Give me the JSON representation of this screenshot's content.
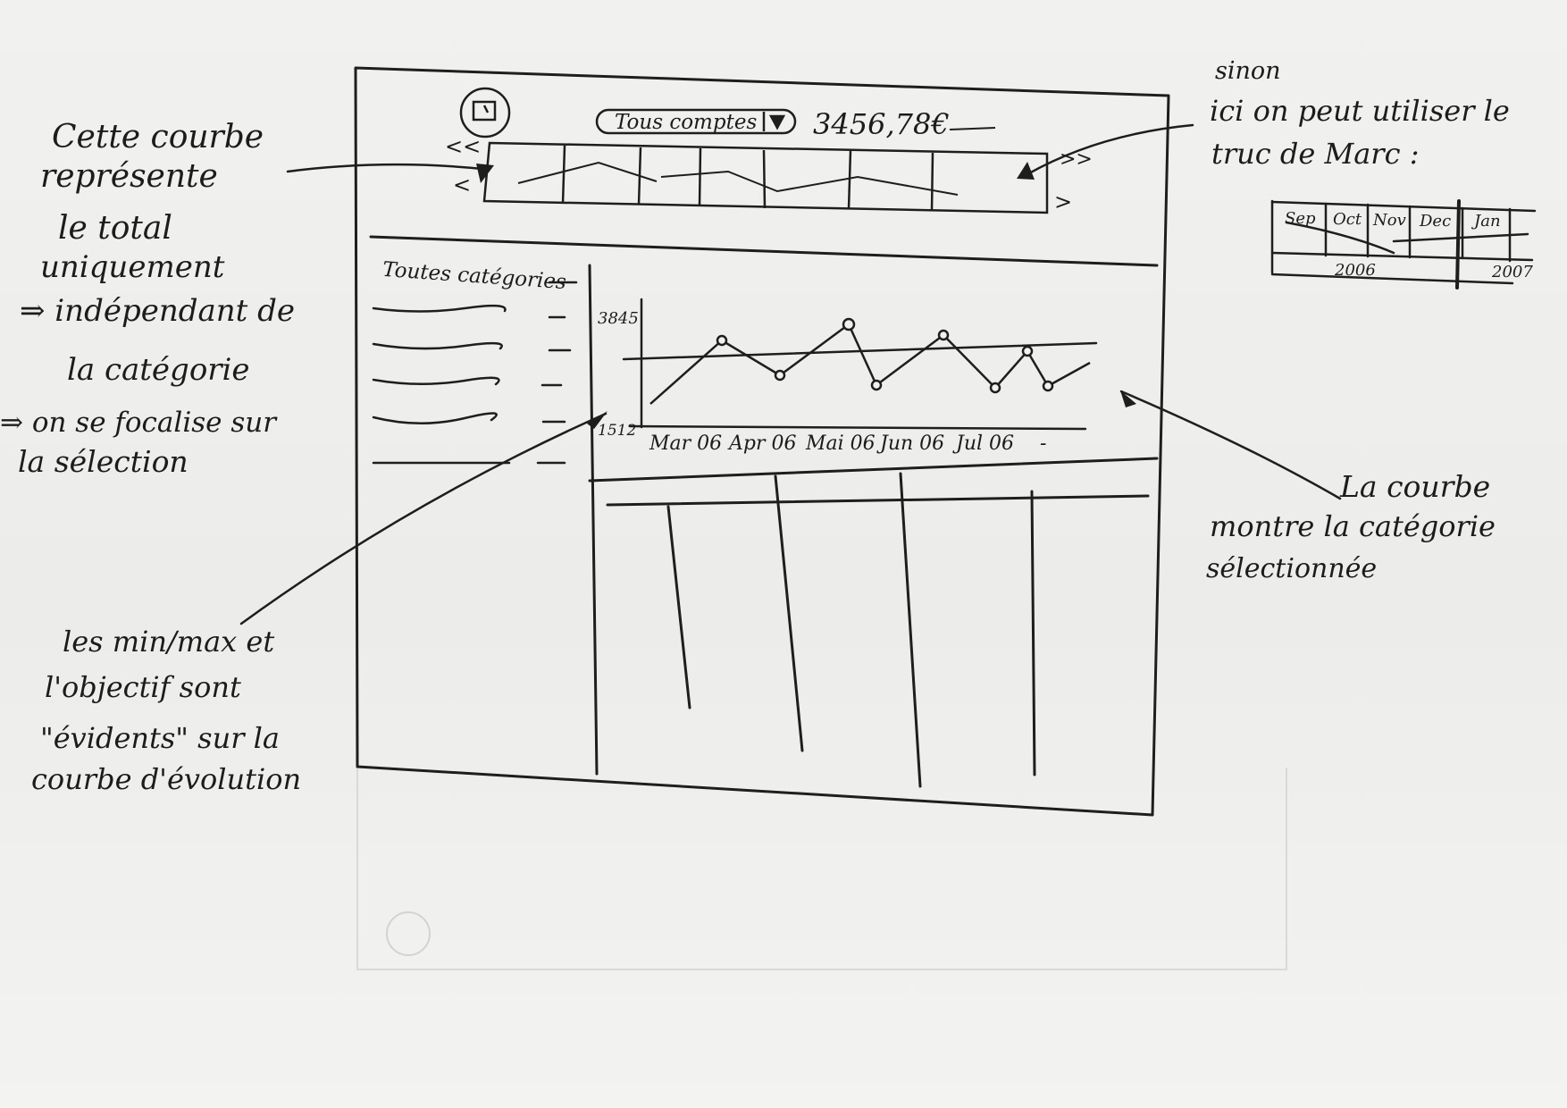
{
  "mockup": {
    "account_selector": {
      "label": "Tous comptes",
      "arrow": "dropdown-arrow-icon"
    },
    "balance": "3456,78€",
    "overview_nav": {
      "first": "<<",
      "prev": "<",
      "next": ">",
      "last": ">>"
    },
    "categories": {
      "title": "Toutes catégories",
      "rows": 5
    },
    "chart": {
      "y_max_label": "3845",
      "y_min_label": "1512",
      "x_labels": [
        "Mar 06",
        "Apr 06",
        "Mai 06",
        "Jun 06",
        "Jul 06",
        "-"
      ]
    }
  },
  "notes": {
    "left_top": [
      "Cette courbe",
      "représente",
      "le total",
      "uniquement",
      "⇒ indépendant de",
      "la catégorie",
      "⇒ on se focalise sur",
      "la sélection"
    ],
    "left_bottom": [
      "les min/max et",
      "l'objectif sont",
      "\"évidents\" sur la",
      "courbe d'évolution"
    ],
    "right_top": [
      "sinon",
      "ici on peut utiliser le",
      "truc de Marc :"
    ],
    "right_bottom": [
      "La courbe",
      "montre la catégorie",
      "sélectionnée"
    ]
  },
  "timeline_example": {
    "months": [
      "Sep",
      "Oct",
      "Nov",
      "Dec",
      "Jan"
    ],
    "years": [
      "2006",
      "2007"
    ]
  },
  "chart_data": {
    "type": "line",
    "x": [
      "Mar 06",
      "Apr 06",
      "Mai 06",
      "Jun 06",
      "Jul 06"
    ],
    "y_range_labels": [
      "1512",
      "3845"
    ]
  }
}
